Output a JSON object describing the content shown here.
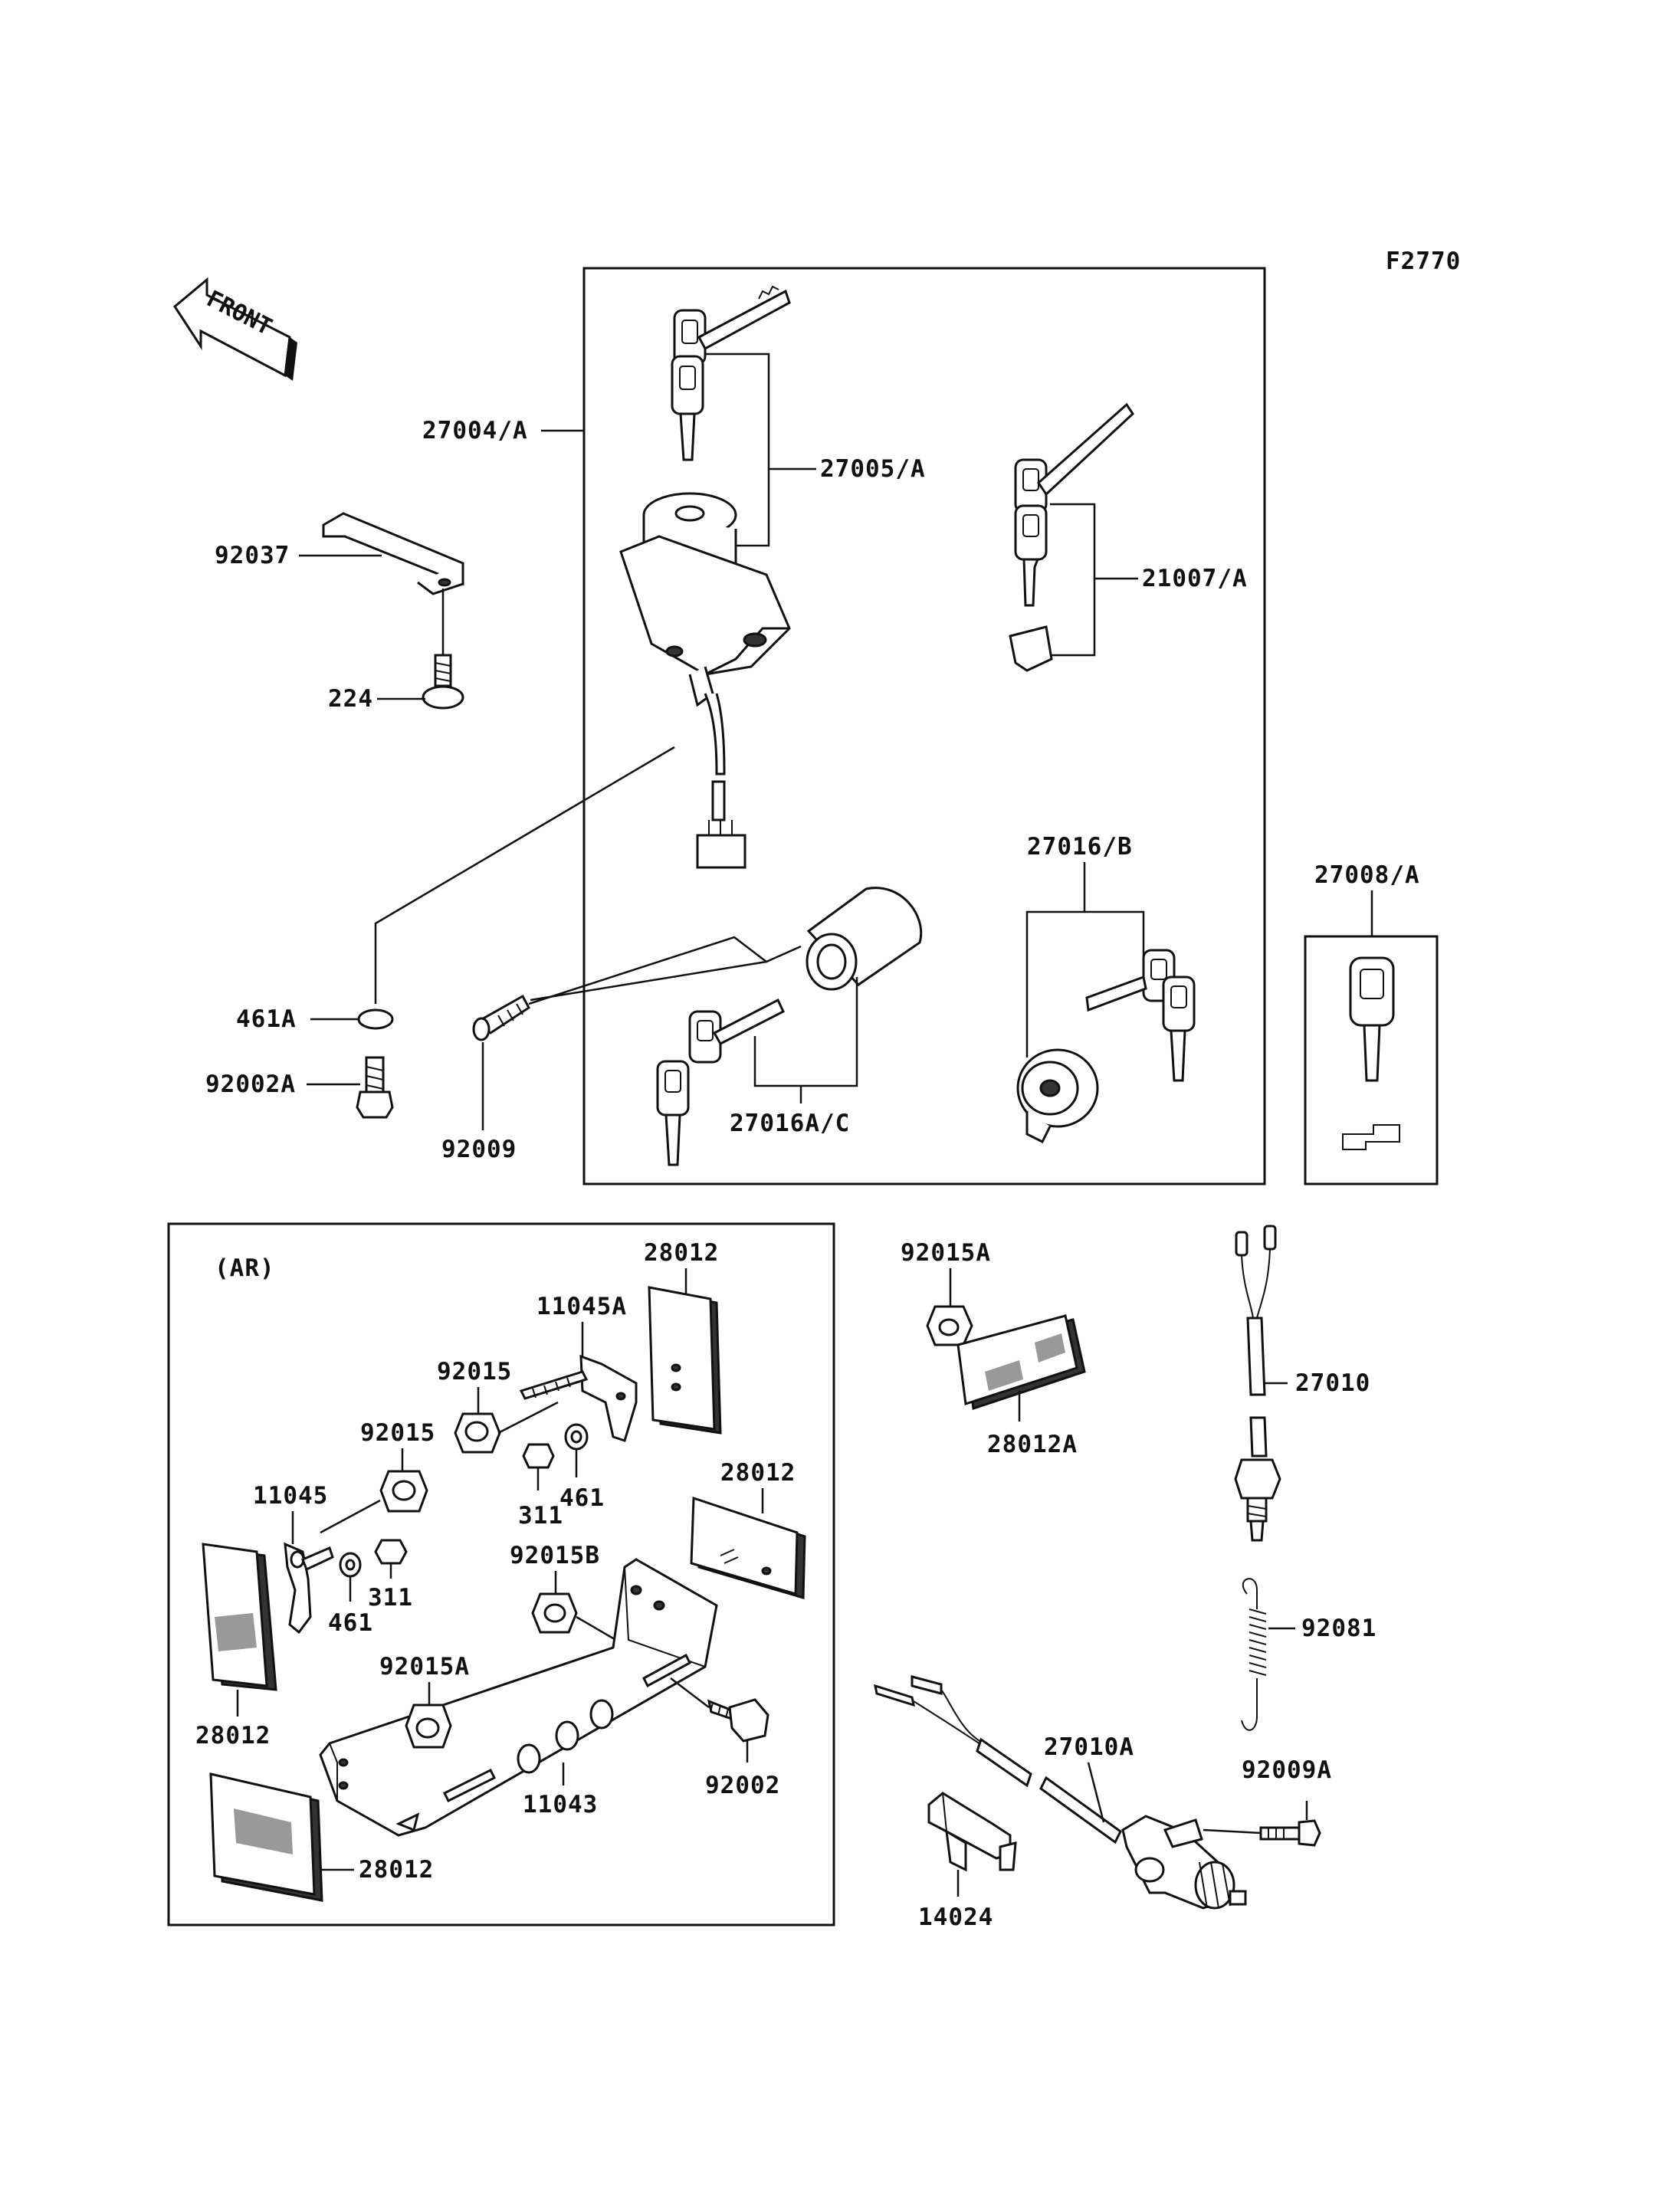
{
  "figure_code": "F2770",
  "front_arrow_text": "FRONT",
  "box_labels": {
    "ar": "(AR)"
  },
  "labels": {
    "p27004A": "27004/A",
    "p27005A": "27005/A",
    "p21007A": "21007/A",
    "p92037": "92037",
    "p224": "224",
    "p27016B": "27016/B",
    "p27008A": "27008/A",
    "p461A": "461A",
    "p92002A": "92002A",
    "p92009": "92009",
    "p27016AC": "27016A/C",
    "p28012_top": "28012",
    "p11045A": "11045A",
    "p92015_a": "92015",
    "p92015_b": "92015",
    "p11045": "11045",
    "p311_a": "311",
    "p461_a": "461",
    "p311_b": "311",
    "p461_b": "461",
    "p28012_mid": "28012",
    "p92015B": "92015B",
    "p92015A_ar": "92015A",
    "p28012_left": "28012",
    "p11043": "11043",
    "p92002": "92002",
    "p28012_bottom": "28012",
    "p92015A": "92015A",
    "p28012A": "28012A",
    "p27010": "27010",
    "p92081": "92081",
    "p27010A": "27010A",
    "p92009A": "92009A",
    "p14024": "14024"
  }
}
